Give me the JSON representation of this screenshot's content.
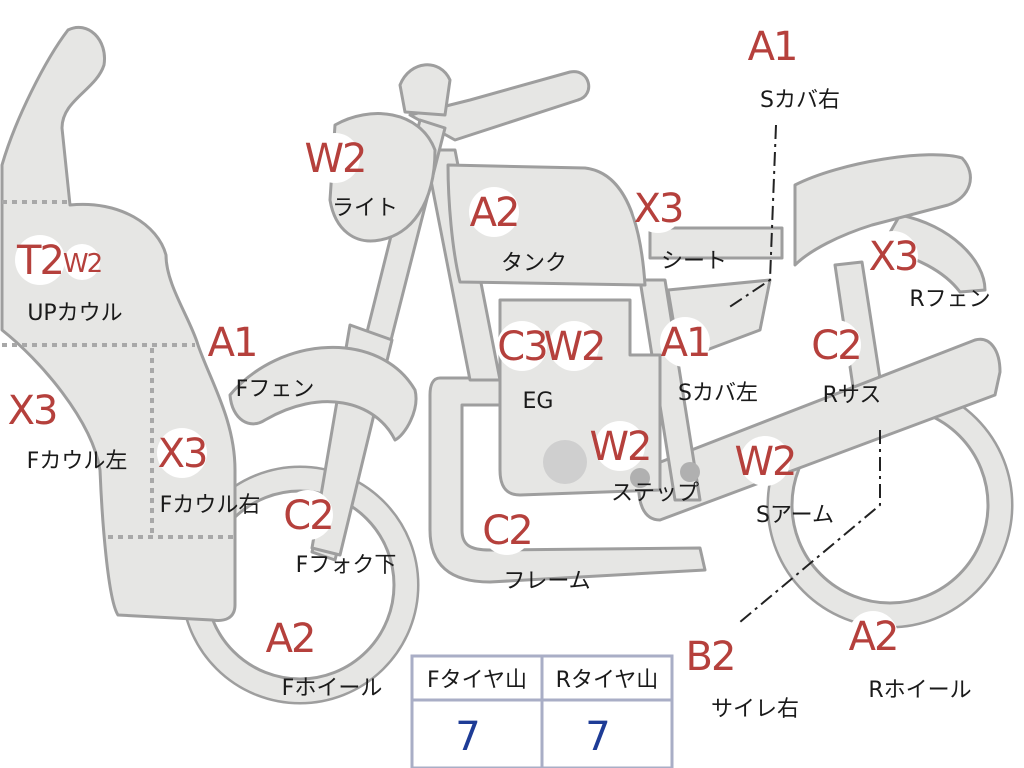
{
  "colors": {
    "part_fill": "#e6e6e4",
    "part_outline": "#9e9e9e",
    "grade_text": "#b5403c",
    "tire_value_text": "#1e3c96"
  },
  "parts": [
    {
      "id": "s-cover-right",
      "grade": "A1",
      "name": "Sカバ右"
    },
    {
      "id": "light",
      "grade": "W2",
      "name": "ライト"
    },
    {
      "id": "tank",
      "grade": "A2",
      "name": "タンク"
    },
    {
      "id": "seat",
      "grade": "X3",
      "name": "シート"
    },
    {
      "id": "up-cowl",
      "grade": "T2",
      "grade2": "W2",
      "name": "UPカウル"
    },
    {
      "id": "r-fender",
      "grade": "X3",
      "name": "Rフェン"
    },
    {
      "id": "f-fender",
      "grade": "A1",
      "name": "Fフェン"
    },
    {
      "id": "engine",
      "grade": "C3",
      "grade2": "W2",
      "name": "EG"
    },
    {
      "id": "s-cover-left",
      "grade": "A1",
      "name": "Sカバ左"
    },
    {
      "id": "r-suspension",
      "grade": "C2",
      "name": "Rサス"
    },
    {
      "id": "f-cowl-left",
      "grade": "X3",
      "name": "Fカウル左"
    },
    {
      "id": "f-cowl-right",
      "grade": "X3",
      "name": "Fカウル右"
    },
    {
      "id": "step",
      "grade": "W2",
      "name": "ステップ"
    },
    {
      "id": "swing-arm",
      "grade": "W2",
      "name": "Sアーム"
    },
    {
      "id": "f-fork-lower",
      "grade": "C2",
      "name": "Fフォク下"
    },
    {
      "id": "frame",
      "grade": "C2",
      "name": "フレーム"
    },
    {
      "id": "f-wheel",
      "grade": "A2",
      "name": "Fホイール"
    },
    {
      "id": "muffler-right",
      "grade": "B2",
      "name": "サイレ右"
    },
    {
      "id": "r-wheel",
      "grade": "A2",
      "name": "Rホイール"
    }
  ],
  "tire_table": {
    "headers": [
      "Fタイヤ山",
      "Rタイヤ山"
    ],
    "values": [
      "7",
      "7"
    ]
  }
}
